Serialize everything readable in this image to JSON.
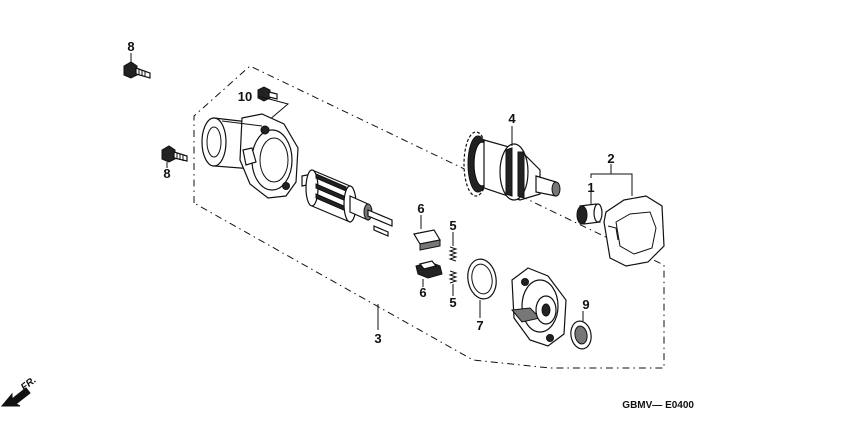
{
  "callouts": {
    "p1": "1",
    "p2": "2",
    "p3": "3",
    "p4": "4",
    "p5a": "5",
    "p5b": "5",
    "p6a": "6",
    "p6b": "6",
    "p7": "7",
    "p8a": "8",
    "p8b": "8",
    "p9": "9",
    "p10": "10"
  },
  "diagram_code": "GBMV— E0400",
  "direction_label": "FR."
}
